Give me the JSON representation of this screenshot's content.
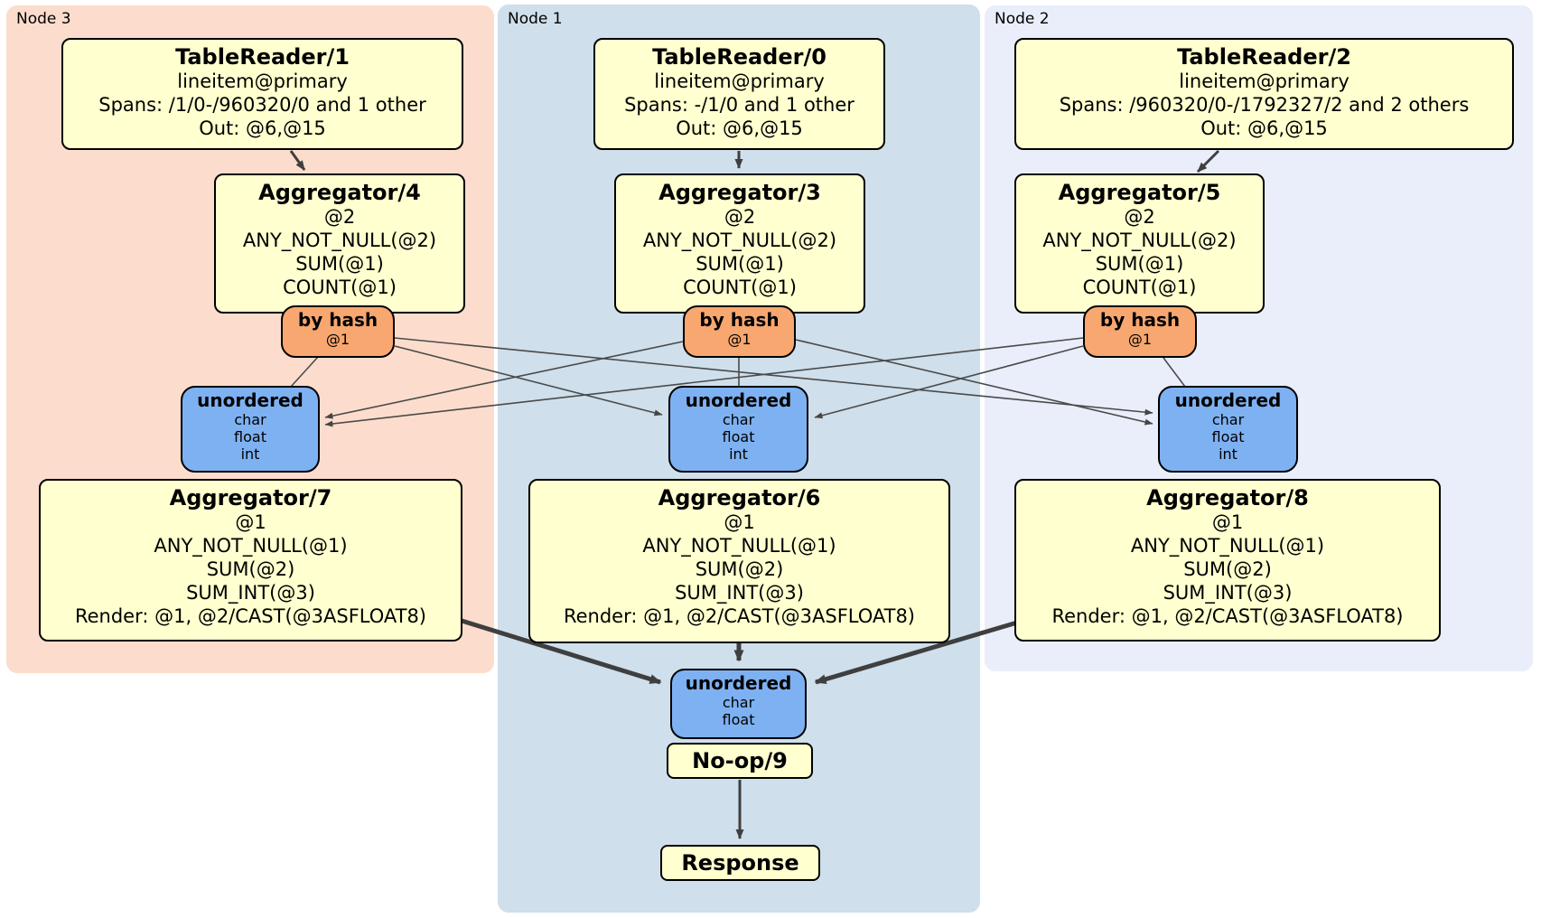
{
  "panels": {
    "node3": {
      "label": "Node 3"
    },
    "node1": {
      "label": "Node 1"
    },
    "node2": {
      "label": "Node 2"
    }
  },
  "processors": {
    "tr1": {
      "title": "TableReader/1",
      "lines": [
        "lineitem@primary",
        "Spans: /1/0-/960320/0 and 1 other",
        "Out: @6,@15"
      ]
    },
    "tr0": {
      "title": "TableReader/0",
      "lines": [
        "lineitem@primary",
        "Spans: -/1/0 and 1 other",
        "Out: @6,@15"
      ]
    },
    "tr2": {
      "title": "TableReader/2",
      "lines": [
        "lineitem@primary",
        "Spans: /960320/0-/1792327/2 and 2 others",
        "Out: @6,@15"
      ]
    },
    "agg4": {
      "title": "Aggregator/4",
      "lines": [
        "@2",
        "ANY_NOT_NULL(@2)",
        "SUM(@1)",
        "COUNT(@1)"
      ]
    },
    "agg3": {
      "title": "Aggregator/3",
      "lines": [
        "@2",
        "ANY_NOT_NULL(@2)",
        "SUM(@1)",
        "COUNT(@1)"
      ]
    },
    "agg5": {
      "title": "Aggregator/5",
      "lines": [
        "@2",
        "ANY_NOT_NULL(@2)",
        "SUM(@1)",
        "COUNT(@1)"
      ]
    },
    "agg7": {
      "title": "Aggregator/7",
      "lines": [
        "@1",
        "ANY_NOT_NULL(@1)",
        "SUM(@2)",
        "SUM_INT(@3)",
        "Render: @1, @2/CAST(@3ASFLOAT8)"
      ]
    },
    "agg6": {
      "title": "Aggregator/6",
      "lines": [
        "@1",
        "ANY_NOT_NULL(@1)",
        "SUM(@2)",
        "SUM_INT(@3)",
        "Render: @1, @2/CAST(@3ASFLOAT8)"
      ]
    },
    "agg8": {
      "title": "Aggregator/8",
      "lines": [
        "@1",
        "ANY_NOT_NULL(@1)",
        "SUM(@2)",
        "SUM_INT(@3)",
        "Render: @1, @2/CAST(@3ASFLOAT8)"
      ]
    },
    "noop": {
      "title": "No-op/9"
    },
    "response": {
      "title": "Response"
    }
  },
  "routers": {
    "hash4": {
      "title": "by hash",
      "lines": [
        "@1"
      ]
    },
    "hash3": {
      "title": "by hash",
      "lines": [
        "@1"
      ]
    },
    "hash5": {
      "title": "by hash",
      "lines": [
        "@1"
      ]
    }
  },
  "syncs": {
    "sync4": {
      "title": "unordered",
      "lines": [
        "char",
        "float",
        "int"
      ]
    },
    "sync3": {
      "title": "unordered",
      "lines": [
        "char",
        "float",
        "int"
      ]
    },
    "sync5": {
      "title": "unordered",
      "lines": [
        "char",
        "float",
        "int"
      ]
    },
    "final": {
      "title": "unordered",
      "lines": [
        "char",
        "float"
      ]
    }
  },
  "colors": {
    "node3_panel": "#fcddcd",
    "node1_panel": "#cfdfeb",
    "node2_panel": "#e9eefa",
    "processor_box": "#ffffcf",
    "router_box": "#f7a76f",
    "sync_box": "#7eb1f1",
    "edge": "#454545"
  }
}
